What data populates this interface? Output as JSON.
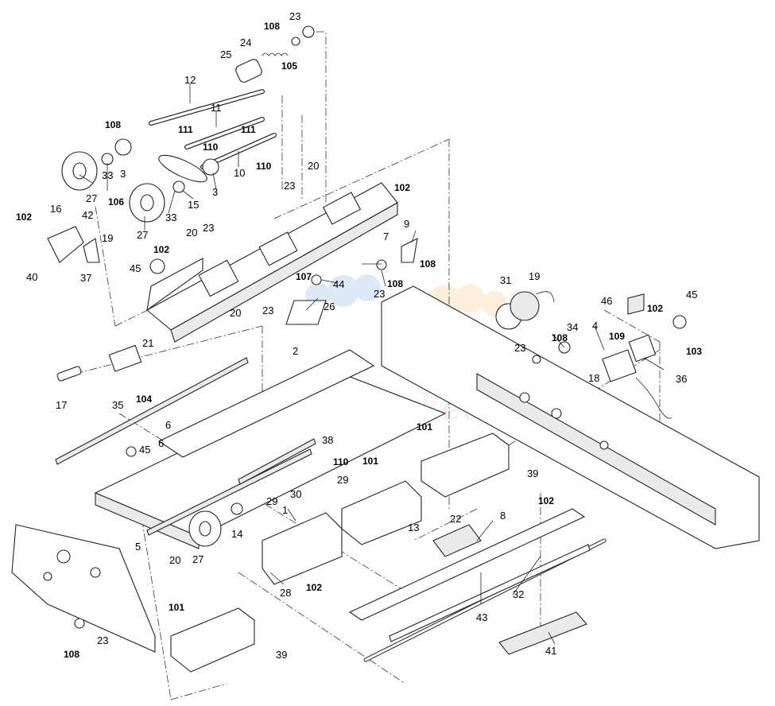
{
  "diagram": {
    "watermark": "Ink-Market",
    "callouts": {
      "p1": "1",
      "p2": "2",
      "p3a": "3",
      "p3b": "3",
      "p4": "4",
      "p5": "5",
      "p6a": "6",
      "p6b": "6",
      "p7": "7",
      "p8": "8",
      "p9": "9",
      "p10": "10",
      "p11": "11",
      "p12": "12",
      "p13": "13",
      "p14": "14",
      "p15": "15",
      "p16": "16",
      "p17": "17",
      "p18": "18",
      "p19a": "19",
      "p19b": "19",
      "p20a": "20",
      "p20b": "20",
      "p20c": "20",
      "p20d": "20",
      "p21": "21",
      "p22": "22",
      "p23a": "23",
      "p23b": "23",
      "p23c": "23",
      "p23d": "23",
      "p23e": "23",
      "p23f": "23",
      "p23g": "23",
      "p24": "24",
      "p25": "25",
      "p26": "26",
      "p27a": "27",
      "p27b": "27",
      "p27c": "27",
      "p28": "28",
      "p29a": "29",
      "p29b": "29",
      "p30": "30",
      "p31": "31",
      "p32": "32",
      "p33a": "33",
      "p33b": "33",
      "p34": "34",
      "p35": "35",
      "p36": "36",
      "p37": "37",
      "p38": "38",
      "p39a": "39",
      "p39b": "39",
      "p40": "40",
      "p41": "41",
      "p42": "42",
      "p43": "43",
      "p44": "44",
      "p45a": "45",
      "p45b": "45",
      "p45c": "45",
      "p46": "46",
      "b101a": "101",
      "b101b": "101",
      "b101c": "101",
      "b102a": "102",
      "b102b": "102",
      "b102c": "102",
      "b102d": "102",
      "b102e": "102",
      "b102f": "102",
      "b103": "103",
      "b104": "104",
      "b105": "105",
      "b106": "106",
      "b107": "107",
      "b108a": "108",
      "b108b": "108",
      "b108c": "108",
      "b108d": "108",
      "b108e": "108",
      "b108f": "108",
      "b109": "109",
      "b110a": "110",
      "b110b": "110",
      "b110c": "110",
      "b111a": "111",
      "b111b": "111"
    }
  }
}
